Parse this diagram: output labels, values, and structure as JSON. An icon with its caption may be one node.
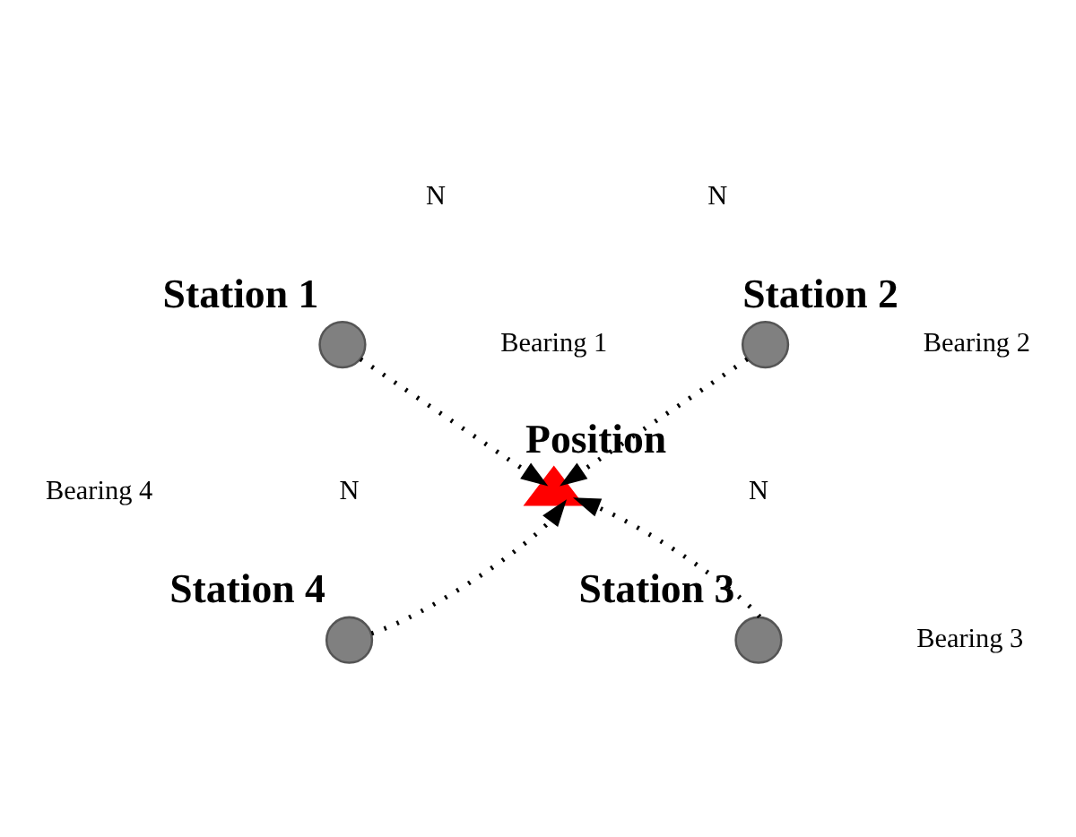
{
  "diagram": {
    "nodes": [
      {
        "text": [],
        "shape": "circle",
        "beside": [
          "Station 1"
        ]
      },
      {
        "text": [],
        "shape": "circle",
        "beside": [
          "Station 2"
        ]
      },
      {
        "text": [],
        "shape": "triangle",
        "beside": [
          "Position"
        ]
      },
      {
        "text": [],
        "shape": "circle",
        "beside": [
          "Station 4"
        ]
      },
      {
        "text": [],
        "shape": "circle",
        "beside": [
          "Station 3"
        ]
      }
    ],
    "edges": [
      {
        "from": 0,
        "to": 2,
        "arrow": "to",
        "style": "dashed"
      },
      {
        "from": 1,
        "to": 2,
        "arrow": "to",
        "style": "dashed"
      },
      {
        "from": 3,
        "to": 2,
        "arrow": "to",
        "style": "dashed"
      },
      {
        "from": 4,
        "to": 2,
        "arrow": "to",
        "style": "dashed"
      }
    ],
    "labels": [
      "N",
      "N",
      "Bearing 1",
      "Bearing 2",
      "Bearing 4",
      "N",
      "N",
      "Bearing 3"
    ]
  }
}
